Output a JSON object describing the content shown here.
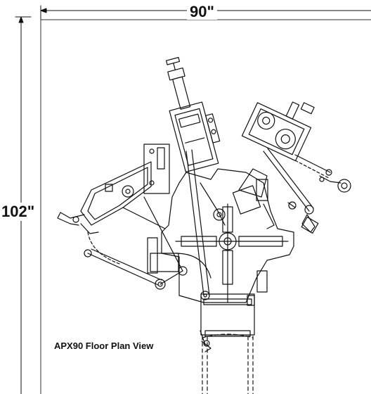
{
  "dimensions": {
    "width_label": "90\"",
    "height_label": "102\""
  },
  "caption": "APX90 Floor Plan View",
  "colors": {
    "line": "#111111",
    "frame": "#333333",
    "background": "#ffffff"
  }
}
